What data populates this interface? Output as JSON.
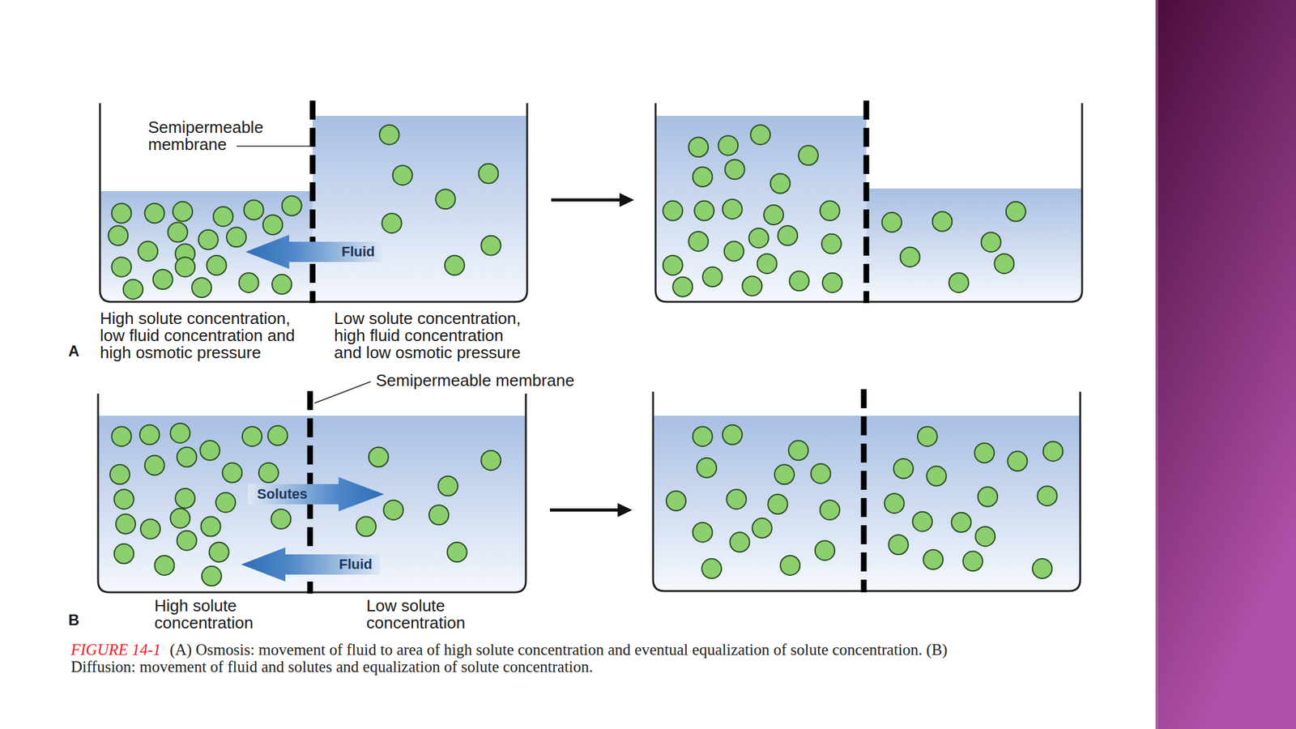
{
  "diagram": {
    "caption": "(A) Osmosis: movement of fluid to area of high solute concentration and eventual equalization of solute concentration. (B) Diffusion: movement of fluid and solutes and equalization of solute concentration.",
    "nodes": [
      {
        "text": [
          "Fluid"
        ]
      },
      {
        "text": [
          "Solutes"
        ]
      },
      {
        "text": [
          "Fluid"
        ]
      }
    ],
    "labels": [
      "Semipermeable membrane",
      "High solute concentration, low fluid concentration and high osmotic pressure",
      "Low solute concentration, high fluid concentration and low osmotic pressure",
      "A",
      "Semipermeable membrane",
      "High solute concentration",
      "Low solute concentration",
      "B",
      "FIGURE 14-1"
    ]
  }
}
